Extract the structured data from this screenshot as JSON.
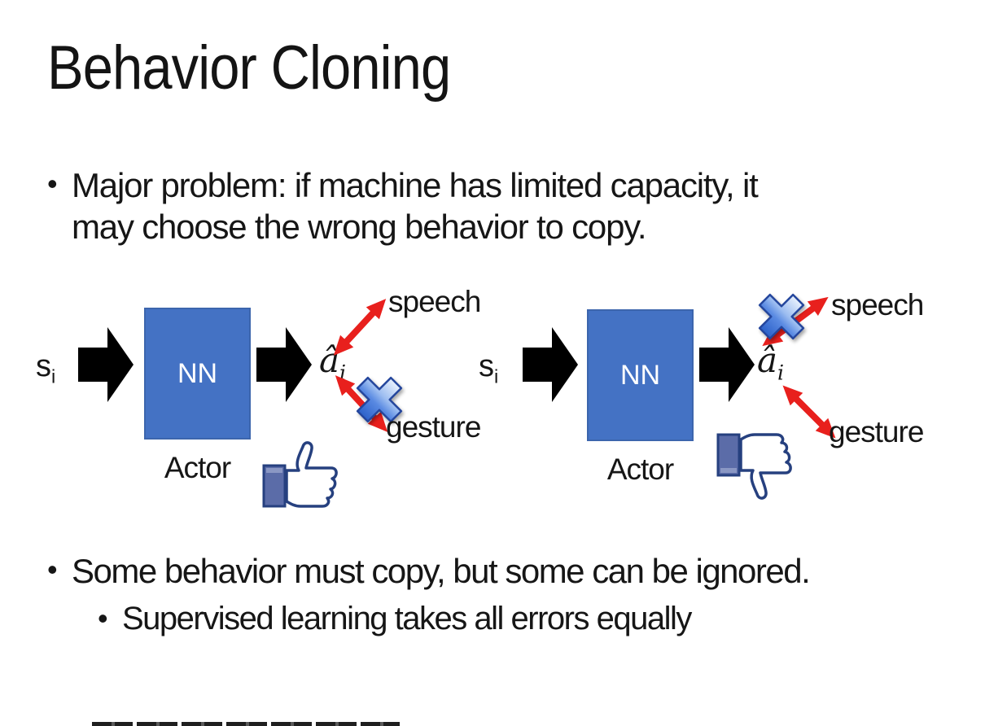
{
  "slide": {
    "title": "Behavior Cloning",
    "bullet_char": "•",
    "bullet1_lines": {
      "0": "Major problem: if machine has limited capacity, it",
      "1": "may choose the wrong behavior to copy."
    },
    "bullet2": "Some behavior must copy, but some can be ignored.",
    "sub_bullet": "Supervised learning takes all errors equally"
  },
  "diagram": {
    "input_label": "s",
    "input_subscript": "i",
    "nn_label": "NN",
    "actor_label": "Actor",
    "output_label": "â",
    "output_subscript": "i",
    "speech_label": "speech",
    "gesture_label": "gesture",
    "left": {
      "feedback": "thumbs-up",
      "crossed_out": "gesture"
    },
    "right": {
      "feedback": "thumbs-down",
      "crossed_out": "speech"
    }
  },
  "colors": {
    "nn_box_fill": "#4472c4",
    "nn_box_border": "#3c65ad",
    "flow_arrow": "#000000",
    "red_arrow": "#e8201d",
    "cross_blue": "#4a7fdd",
    "thumb_outline": "#26407f",
    "thumb_cuff": "#5b6ca8",
    "text": "#161616"
  }
}
